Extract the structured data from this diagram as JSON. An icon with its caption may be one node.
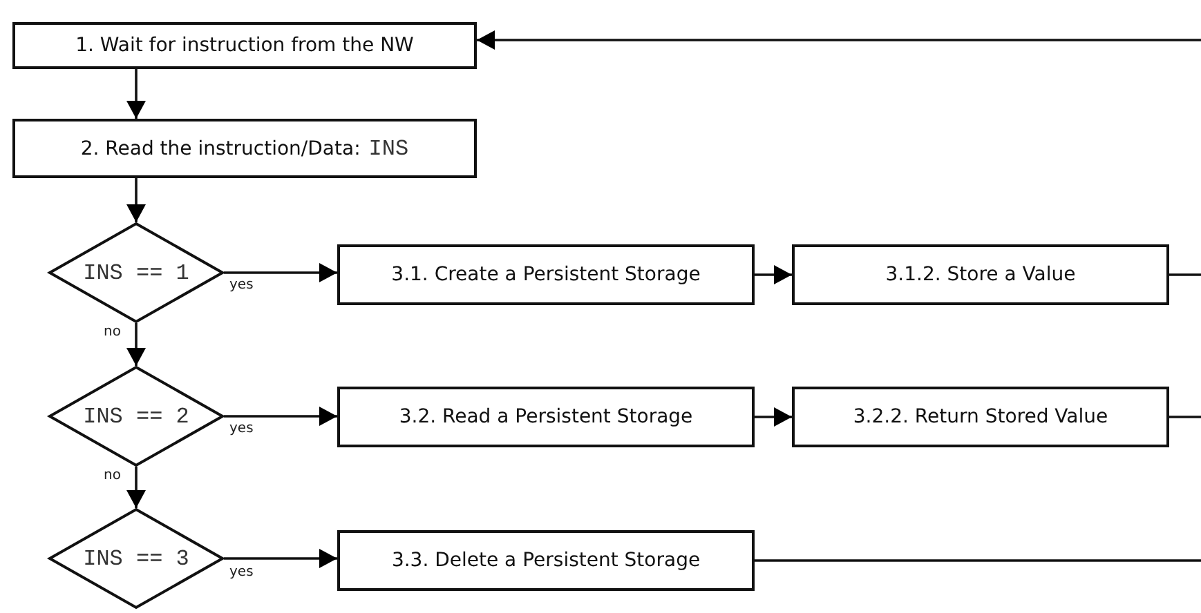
{
  "diagram": {
    "nodes": [
      {
        "text": [
          "1. Wait for instruction from the NW"
        ]
      },
      {
        "text": [
          "2. Read the instruction/Data:",
          "INS"
        ]
      },
      {
        "text": [
          "INS == 1"
        ]
      },
      {
        "text": [
          "INS == 2"
        ]
      },
      {
        "text": [
          "INS == 3"
        ]
      },
      {
        "text": [
          "3.1. Create a Persistent Storage"
        ]
      },
      {
        "text": [
          "3.1.2. Store a Value"
        ]
      },
      {
        "text": [
          "3.2. Read a Persistent Storage"
        ]
      },
      {
        "text": [
          "3.2.2. Return Stored Value"
        ]
      },
      {
        "text": [
          "3.3. Delete a Persistent Storage"
        ]
      }
    ],
    "edges": [
      {
        "from": null,
        "to": 0,
        "arrow": "to"
      },
      {
        "from": 0,
        "to": 1,
        "arrow": "to"
      },
      {
        "from": 1,
        "to": 2,
        "arrow": "to"
      },
      {
        "from": 2,
        "to": 5,
        "arrow": "to",
        "label": "yes"
      },
      {
        "from": 5,
        "to": 6,
        "arrow": "to"
      },
      {
        "from": 6,
        "to": null,
        "arrow": "none"
      },
      {
        "from": 2,
        "to": 3,
        "arrow": "to",
        "label": "no"
      },
      {
        "from": 3,
        "to": 7,
        "arrow": "to",
        "label": "yes"
      },
      {
        "from": 7,
        "to": 8,
        "arrow": "to"
      },
      {
        "from": 8,
        "to": null,
        "arrow": "none"
      },
      {
        "from": 3,
        "to": 4,
        "arrow": "to",
        "label": "no"
      },
      {
        "from": 4,
        "to": 9,
        "arrow": "to",
        "label": "yes"
      },
      {
        "from": 9,
        "to": null,
        "arrow": "none"
      }
    ]
  }
}
